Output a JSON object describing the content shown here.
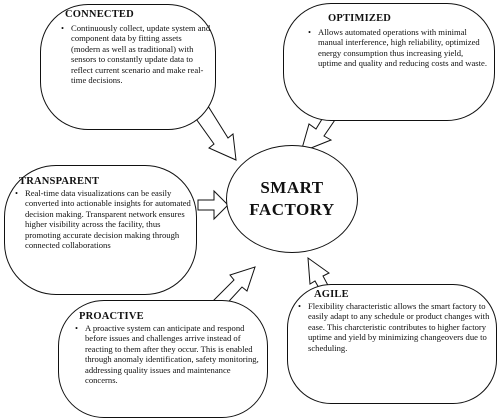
{
  "center": {
    "line1": "SMART",
    "line2": "FACTORY"
  },
  "nodes": {
    "connected": {
      "title": "CONNECTED",
      "bullet": "Continuously collect, update system and component data by fitting assets (modern as well as traditional) with sensors to constantly update data to reflect current scenario and make real-time decisions."
    },
    "optimized": {
      "title": "OPTIMIZED",
      "bullet": "Allows automated operations with minimal manual interference, high reliability, optimized energy consumption thus increasing yield, uptime and quality and reducing costs and waste."
    },
    "transparent": {
      "title": "TRANSPARENT",
      "bullet": "Real-time data visualizations can be easily converted into actionable insights for automated decision making. Transparent network ensures higher visibility across the facility, thus promoting accurate decision making through connected collaborations"
    },
    "proactive": {
      "title": "PROACTIVE",
      "bullet": "A proactive system can anticipate and respond before issues and challenges arrive instead of reacting to them after they occur. This is enabled through anomaly identification, safety monitoring, addressing quality issues and maintenance concerns."
    },
    "agile": {
      "title": "AGILE",
      "bullet": "Flexibility characteristic allows the smart factory to easily adapt to any schedule or product changes with ease. This charcteristic contributes to higher factory uptime and yield by minimizing changeovers due to scheduling."
    }
  }
}
